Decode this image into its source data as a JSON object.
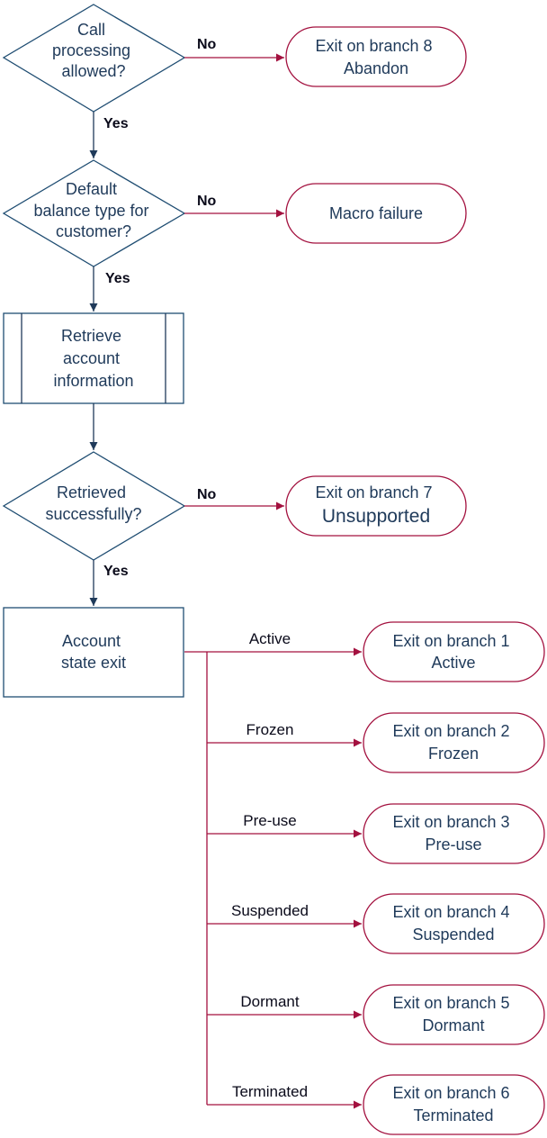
{
  "decisions": {
    "call_processing": [
      "Call",
      "processing",
      "allowed?"
    ],
    "default_balance": [
      "Default",
      "balance type for",
      "customer?"
    ],
    "retrieved": [
      "Retrieved",
      "successfully?"
    ]
  },
  "process": {
    "retrieve_account": [
      "Retrieve",
      "account",
      "information"
    ],
    "account_state_exit": [
      "Account",
      "state exit"
    ]
  },
  "exits": {
    "branch8": [
      "Exit on branch 8",
      "Abandon"
    ],
    "macro_failure": [
      "Macro failure"
    ],
    "branch7": [
      "Exit on branch 7",
      "Unsupported"
    ],
    "branch1": [
      "Exit on branch 1",
      "Active"
    ],
    "branch2": [
      "Exit on branch 2",
      "Frozen"
    ],
    "branch3": [
      "Exit on branch 3",
      "Pre-use"
    ],
    "branch4": [
      "Exit on branch 4",
      "Suspended"
    ],
    "branch5": [
      "Exit on branch 5",
      "Dormant"
    ],
    "branch6": [
      "Exit on branch 6",
      "Terminated"
    ]
  },
  "edge_labels": {
    "no_1": "No",
    "yes_1": "Yes",
    "no_2": "No",
    "yes_2": "Yes",
    "no_3": "No",
    "yes_3": "Yes"
  },
  "branch_labels": [
    "Active",
    "Frozen",
    "Pre-use",
    "Suspended",
    "Dormant",
    "Terminated"
  ],
  "colors": {
    "flow": "#1f3a5a",
    "exit": "#a3113f",
    "shape_border": "#1f4d72"
  }
}
